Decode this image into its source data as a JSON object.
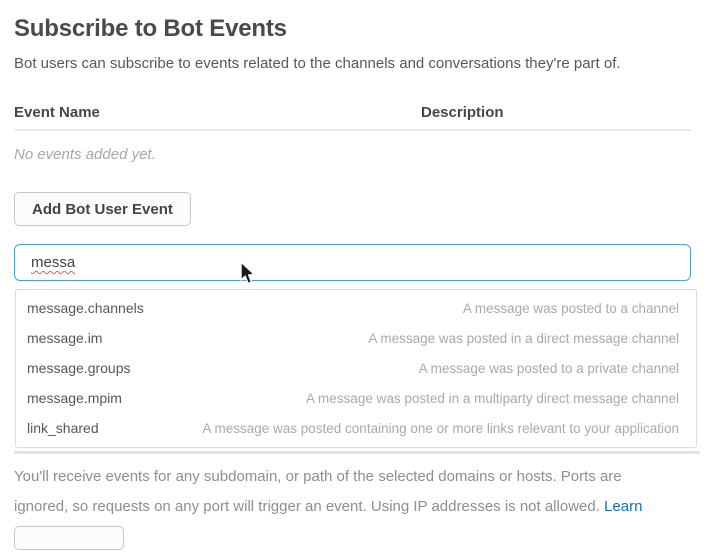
{
  "page": {
    "title": "Subscribe to Bot Events",
    "subtitle": "Bot users can subscribe to events related to the channels and conversations they're part of."
  },
  "events_table": {
    "columns": {
      "name": "Event Name",
      "description": "Description"
    },
    "empty_message": "No events added yet."
  },
  "toolbar": {
    "add_event_label": "Add Bot User Event"
  },
  "search": {
    "value": "messa",
    "placeholder": ""
  },
  "dropdown": {
    "items": [
      {
        "name": "message.channels",
        "description": "A message was posted to a channel"
      },
      {
        "name": "message.im",
        "description": "A message was posted in a direct message channel"
      },
      {
        "name": "message.groups",
        "description": "A message was posted to a private channel"
      },
      {
        "name": "message.mpim",
        "description": "A message was posted in a multiparty direct message channel"
      },
      {
        "name": "link_shared",
        "description": "A message was posted containing one or more links relevant to your application"
      }
    ]
  },
  "footer": {
    "note": "You'll receive events for any subdomain, or path of the selected domains or hosts. Ports are ignored, so requests on any port will trigger an event. Using IP addresses is not allowed. ",
    "learn_more_label": "Learn more."
  },
  "icons": {
    "cursor": "arrow-cursor-icon"
  },
  "colors": {
    "accent_blue": "#45a2de",
    "link_blue": "#0576b9",
    "text_dark": "#434245",
    "text_muted": "#8e8e90",
    "spellcheck_red": "#e05c5c"
  }
}
